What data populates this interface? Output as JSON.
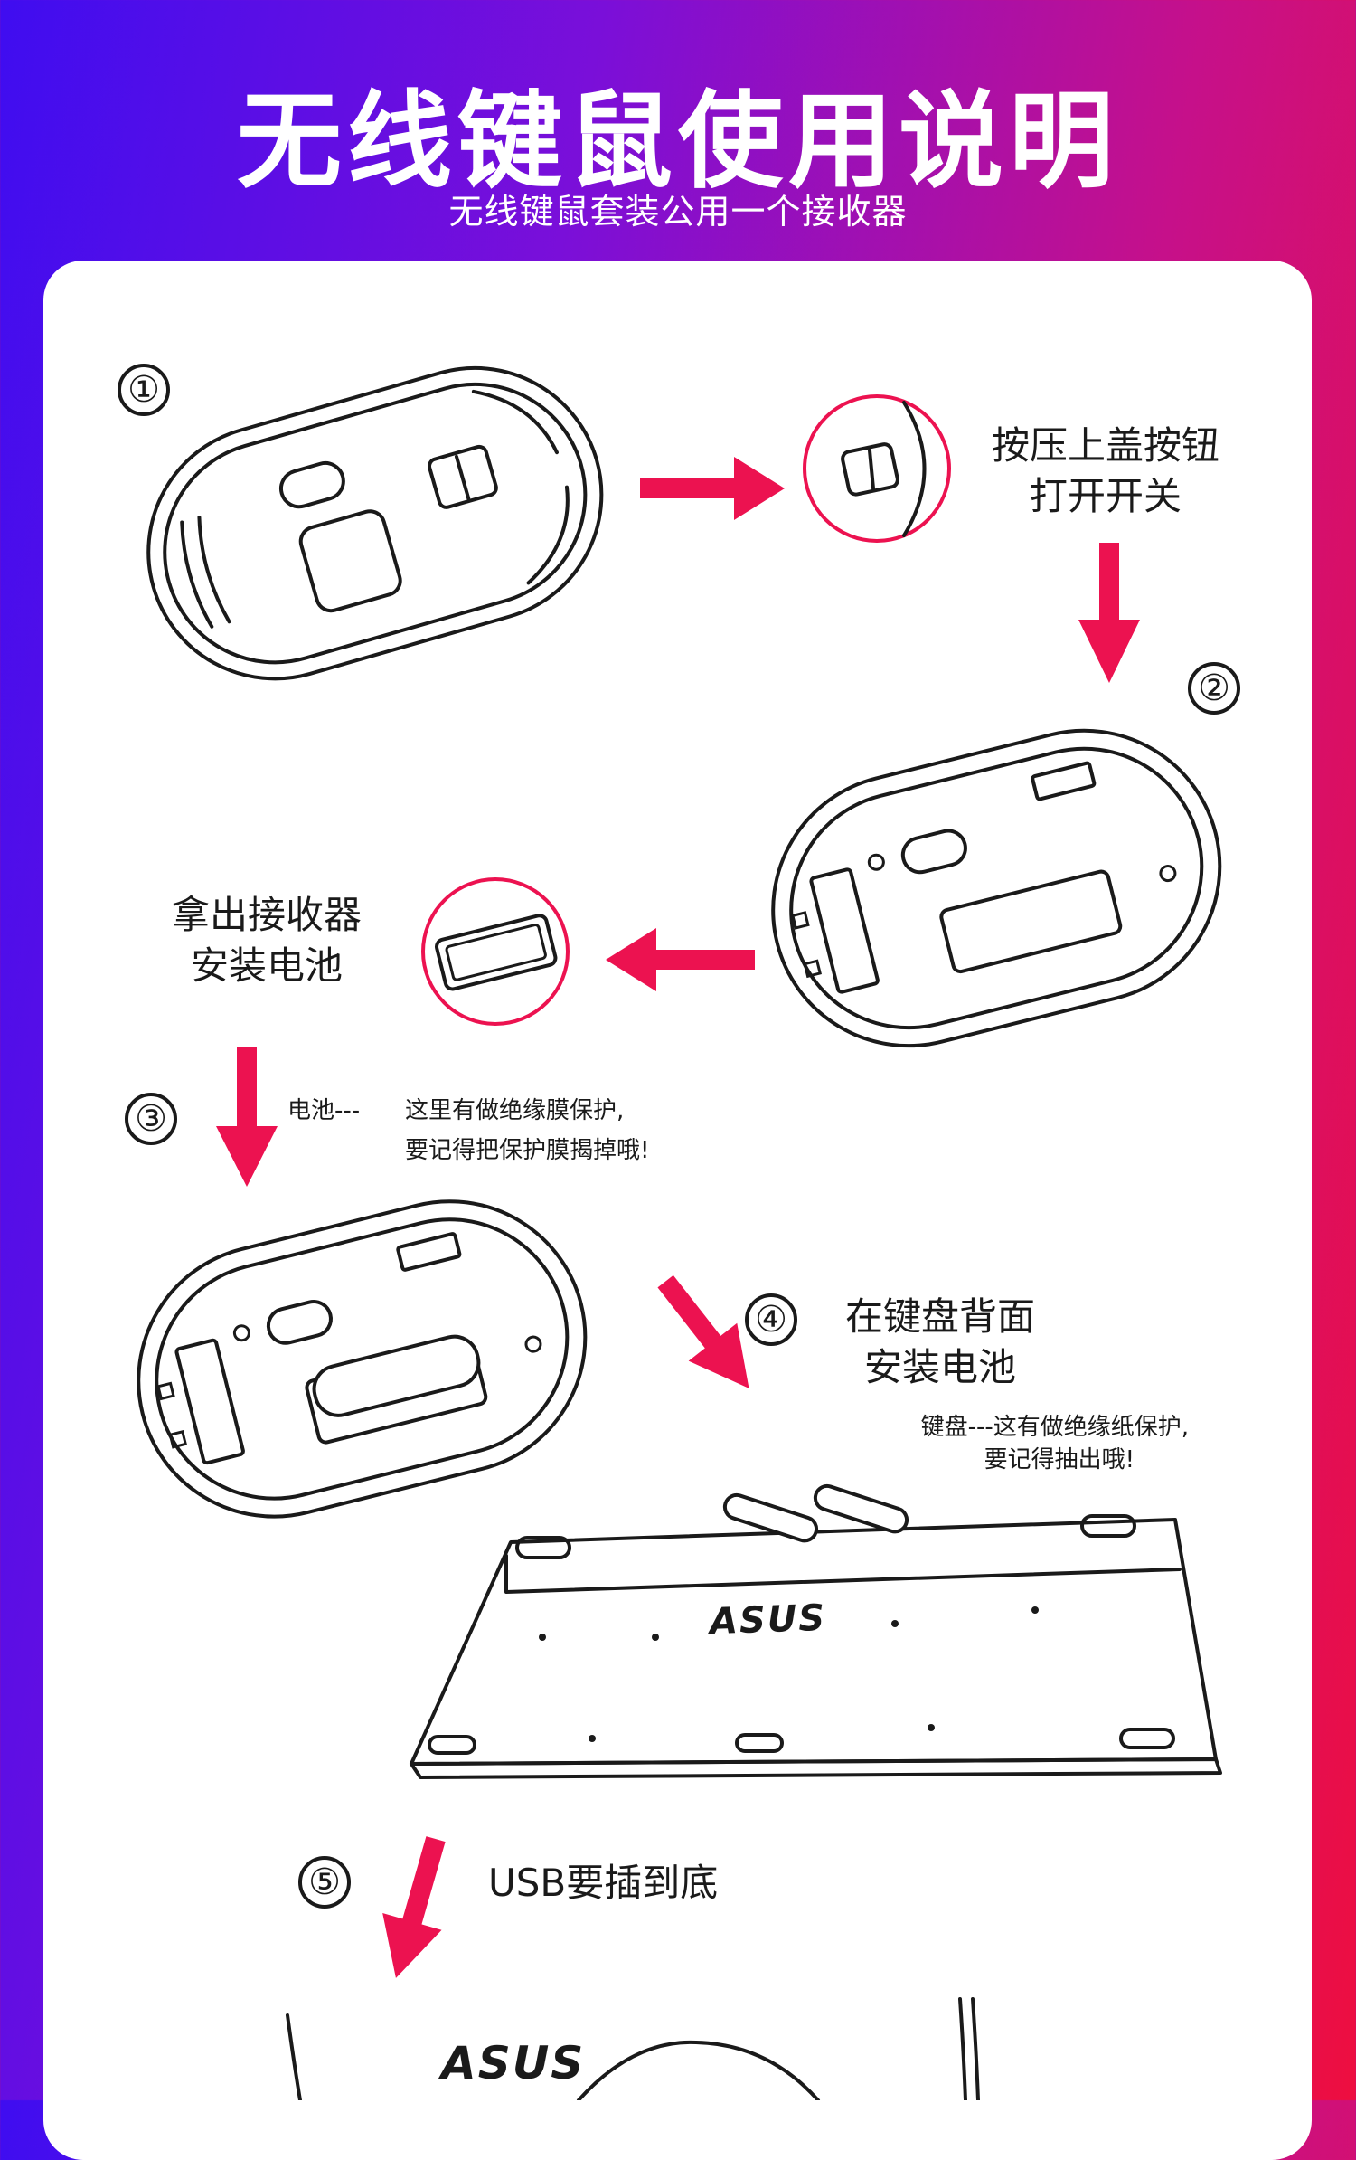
{
  "header": {
    "title": "无线键鼠使用说明",
    "subtitle": "无线键鼠套装公用一个接收器"
  },
  "steps": [
    {
      "number": "①",
      "text_lines": [
        "按压上盖按钮",
        "打开开关"
      ]
    },
    {
      "number": "②",
      "text_lines": [
        "拿出接收器",
        "安装电池"
      ]
    },
    {
      "number": "③",
      "note_label": "电池---",
      "note_lines": [
        "这里有做绝缘膜保护,",
        "要记得把保护膜揭掉哦!"
      ]
    },
    {
      "number": "④",
      "text_lines": [
        "在键盘背面",
        "安装电池"
      ],
      "note_lines": [
        "键盘---这有做绝缘纸保护,",
        "要记得抽出哦!"
      ]
    },
    {
      "number": "⑤",
      "text": "USB要插到底"
    }
  ],
  "brand": {
    "logo_text": "ASUS"
  },
  "colors": {
    "arrow": "#ec1250",
    "line": "#1a1a1a",
    "card": "#ffffff"
  }
}
